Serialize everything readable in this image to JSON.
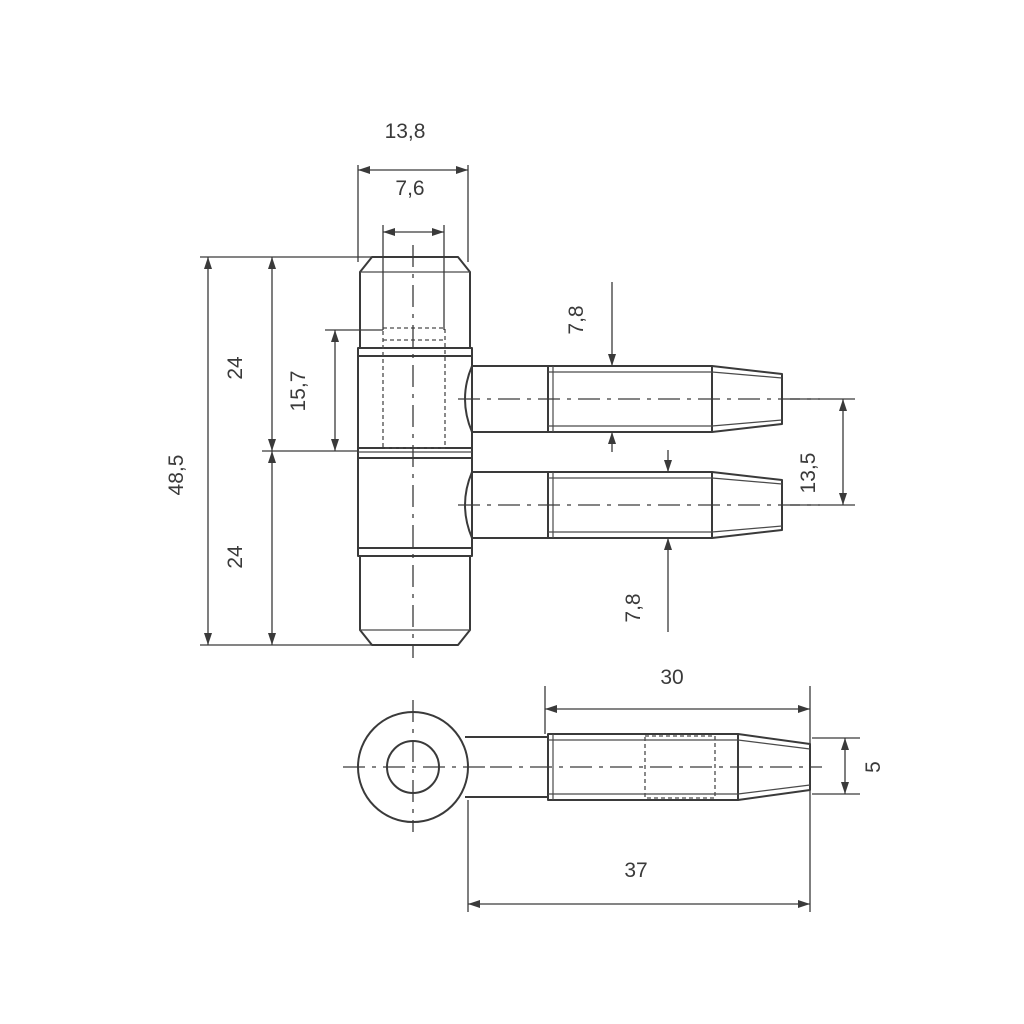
{
  "dimensions": {
    "knuckle_width": "13,8",
    "bore_width": "7,6",
    "total_height": "48,5",
    "upper_height": "24",
    "lower_height": "24",
    "inner_depth": "15,7",
    "pin_diameter_top": "7,8",
    "pin_diameter_bottom": "7,8",
    "pin_spacing": "13,5",
    "thread_length": "30",
    "pin_length": "37",
    "tip_height": "5"
  },
  "colors": {
    "line": "#3a3a3a",
    "background": "#ffffff"
  }
}
